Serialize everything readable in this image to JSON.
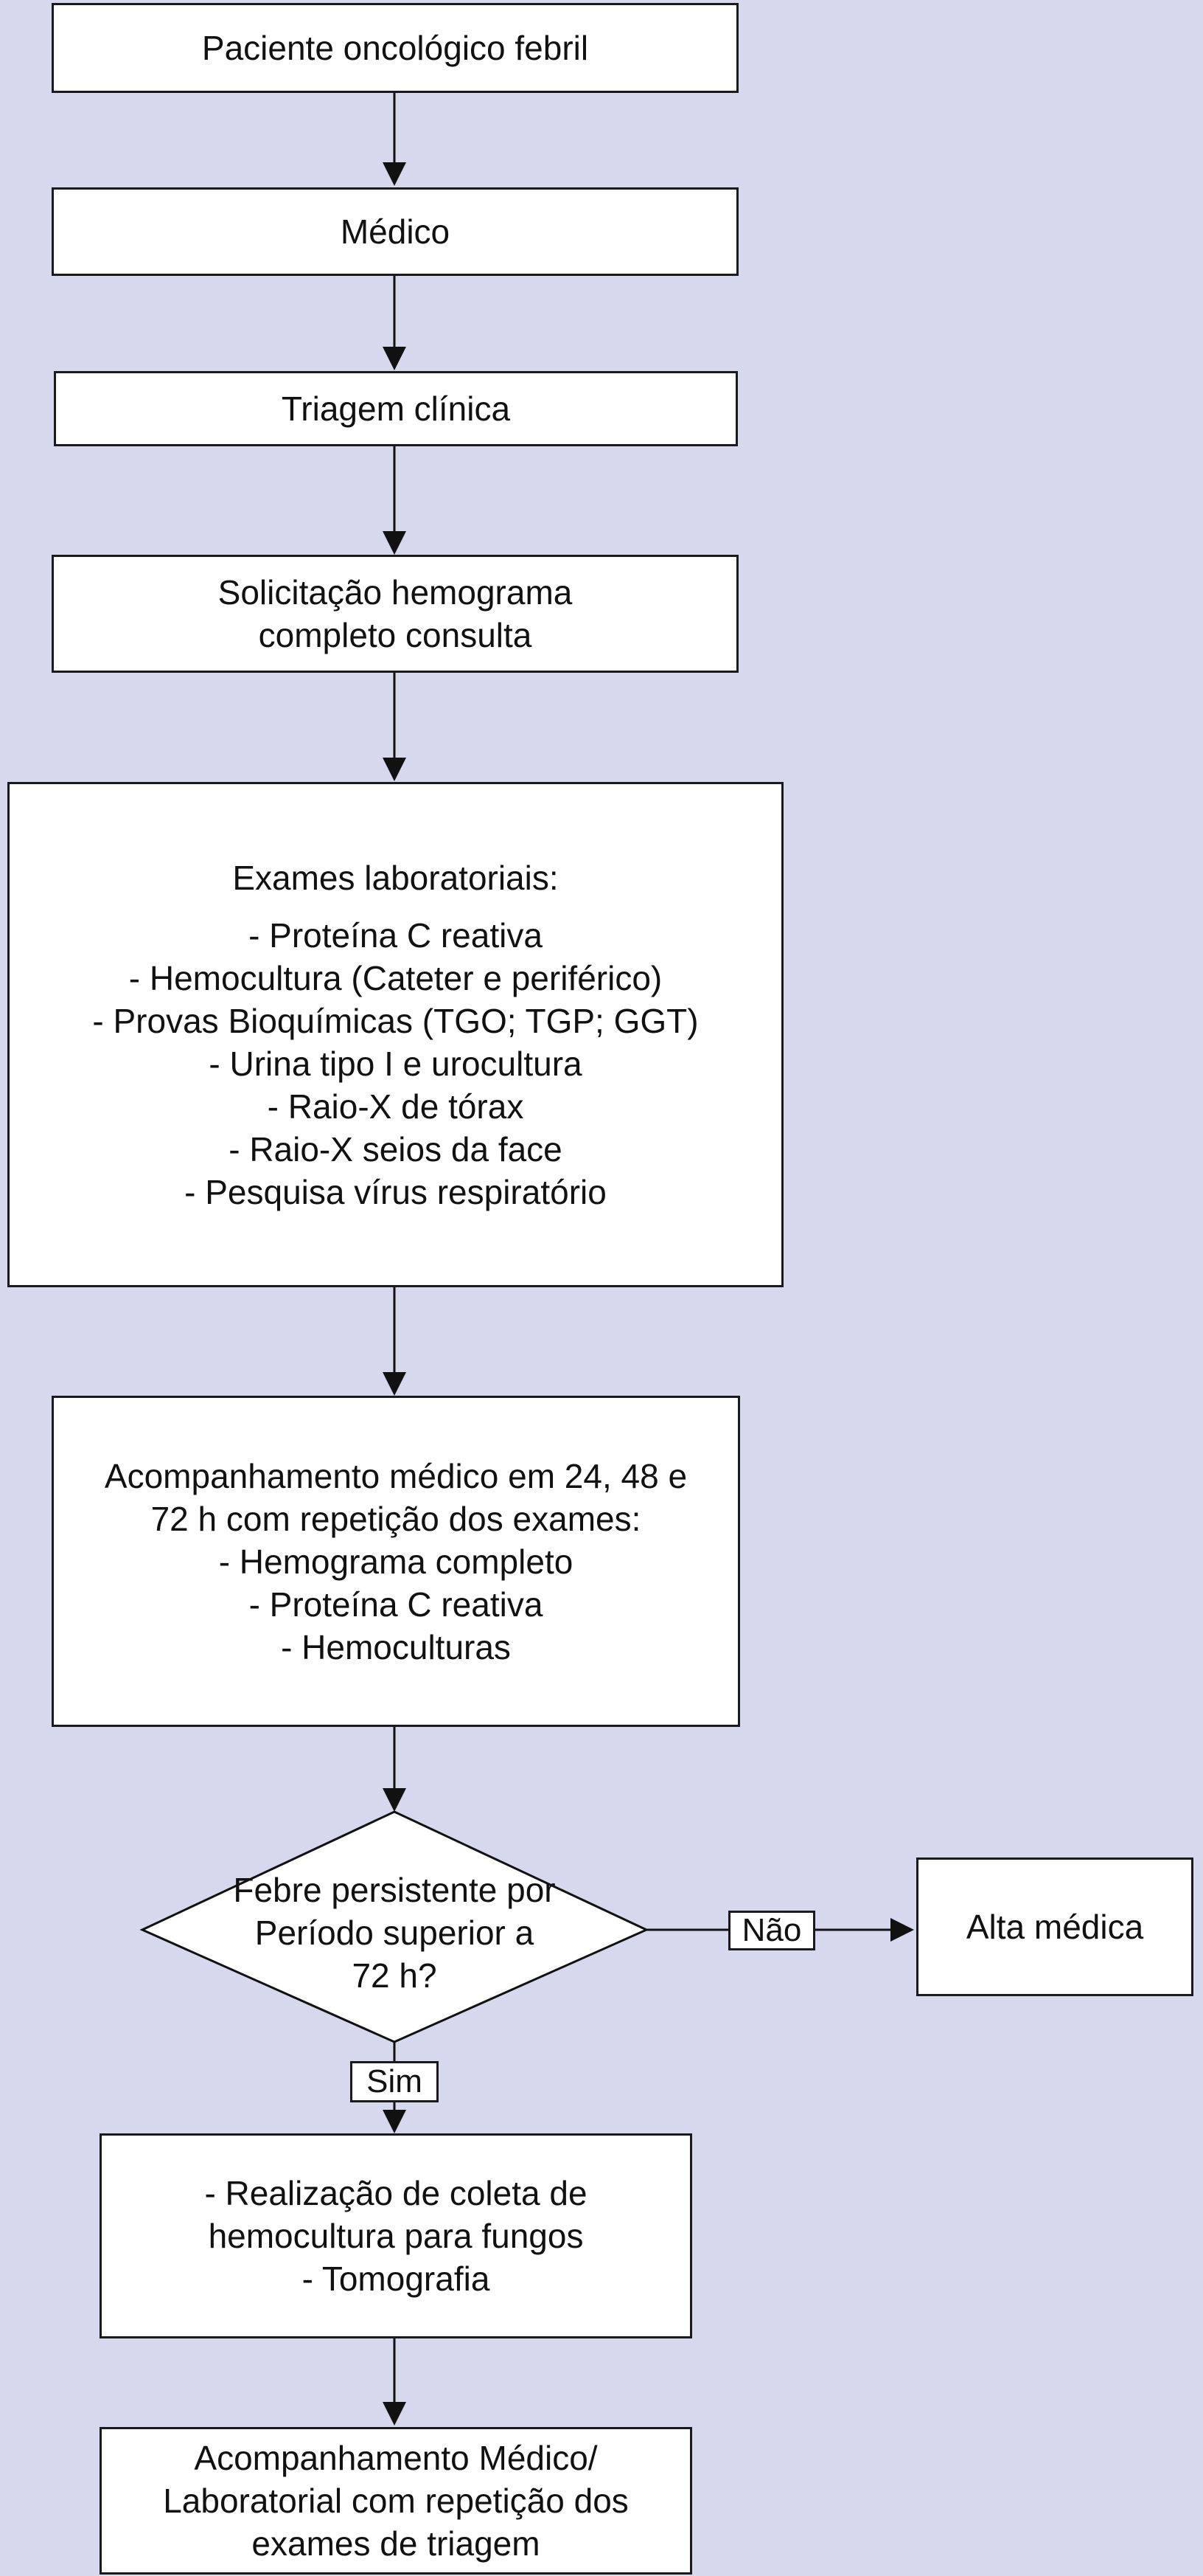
{
  "nodes": {
    "start": "Paciente oncológico febril",
    "medico": "Médico",
    "triagem": "Triagem clínica",
    "solicitacao": [
      "Solicitação hemograma",
      "completo consulta"
    ],
    "exames": {
      "title": "Exames laboratoriais:",
      "items": [
        "- Proteína C reativa",
        "- Hemocultura (Cateter e periférico)",
        "- Provas Bioquímicas (TGO; TGP; GGT)",
        "- Urina tipo I e urocultura",
        "- Raio-X de tórax",
        "- Raio-X seios da face",
        "- Pesquisa vírus respiratório"
      ]
    },
    "acompanhamento": [
      "Acompanhamento médico em 24, 48 e",
      "72 h com repetição dos exames:",
      "- Hemograma completo",
      "- Proteína C reativa",
      "- Hemoculturas"
    ],
    "decision": [
      "Febre persistente por",
      "Período superior a",
      "72 h?"
    ],
    "alta": "Alta médica",
    "coleta": [
      "- Realização de coleta de",
      "hemocultura para fungos",
      "- Tomografia"
    ],
    "final": [
      "Acompanhamento Médico/",
      "Laboratorial com repetição dos",
      "exames de triagem"
    ]
  },
  "edges": {
    "no_label": "Não",
    "yes_label": "Sim"
  }
}
